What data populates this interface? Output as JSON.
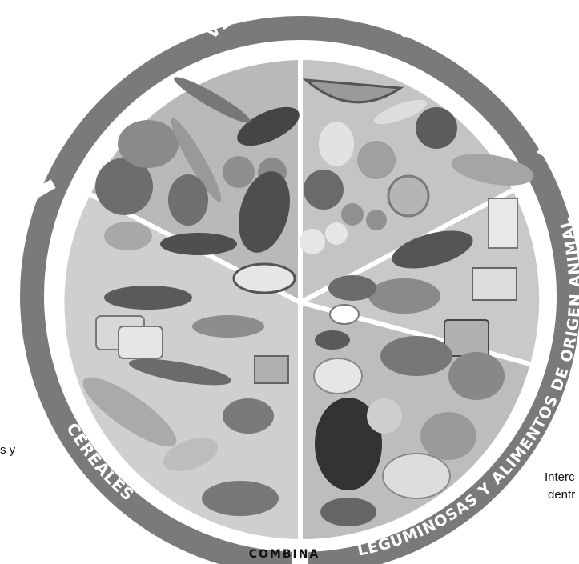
{
  "diagram": {
    "sections": [
      {
        "id": "verduras-frutas",
        "label": "VERDURAS Y FRUTAS"
      },
      {
        "id": "cereales",
        "label": "CEREALES"
      },
      {
        "id": "leguminosas-origen-animal",
        "label": "LEGUMINOSAS Y ALIMENTOS DE ORIGEN ANIMAL"
      }
    ],
    "center_text": "COMBINA",
    "side_text_left": "s y",
    "side_text_right_line1": "Interc",
    "side_text_right_line2": "dentr"
  },
  "colors": {
    "ring": "#7a7a7a",
    "gap": "#ffffff",
    "plate_verduras": "#b9b9b9",
    "plate_frutas": "#c4c4c4",
    "plate_cereales": "#cfcfcf",
    "plate_leguminosas": "#bdbdbd",
    "plate_animal": "#c9c9c9"
  }
}
